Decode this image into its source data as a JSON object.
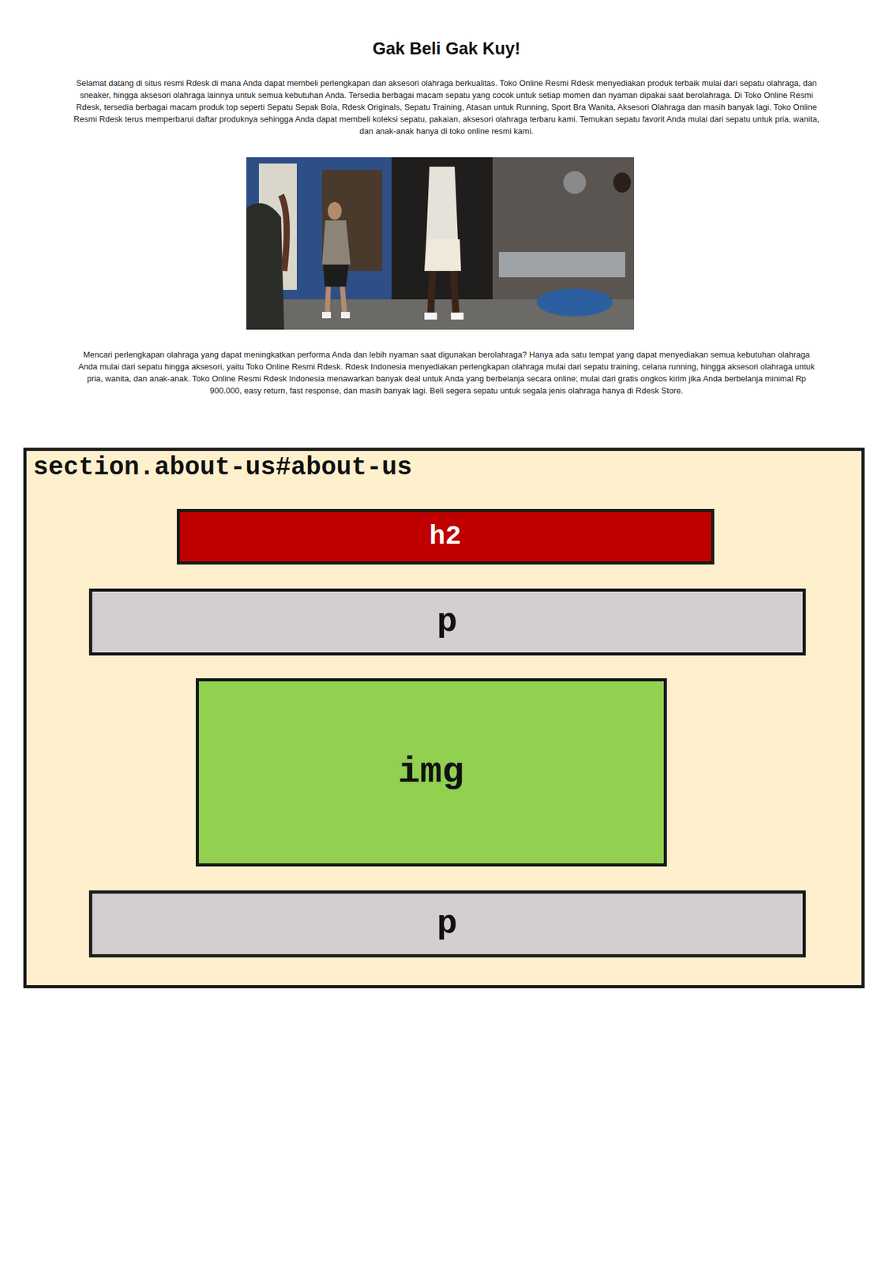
{
  "diagram": {
    "title": "Gak Beli Gak Kuy!",
    "nodes": [
      {
        "text": [
          "section.about-us#about-us"
        ]
      },
      {
        "text": [
          "h2"
        ],
        "in": 0
      },
      {
        "text": [
          "p"
        ],
        "in": 0
      },
      {
        "text": [
          "img"
        ],
        "in": 0
      },
      {
        "text": [
          "p"
        ],
        "in": 0
      }
    ],
    "labels": [
      "Selamat datang di situs resmi Rdesk di mana Anda dapat membeli perlengkapan dan aksesori olahraga berkualitas. Toko Online Resmi Rdesk menyediakan produk terbaik mulai dari sepatu olahraga, dan sneaker, hingga aksesori olahraga lainnya untuk semua kebutuhan Anda. Tersedia berbagai macam sepatu yang cocok untuk setiap momen dan nyaman dipakai saat berolahraga. Di Toko Online Resmi Rdesk, tersedia berbagai macam produk top seperti Sepatu Sepak Bola, Rdesk Originals, Sepatu Training, Atasan untuk Running, Sport Bra Wanita, Aksesori Olahraga dan masih banyak lagi. Toko Online Resmi Rdesk terus memperbarui daftar produknya sehingga Anda dapat membeli koleksi sepatu, pakaian, aksesori olahraga terbaru kami. Temukan sepatu favorit Anda mulai dari sepatu untuk pria, wanita, dan anak-anak hanya di toko online resmi kami.",
      "Mencari perlengkapan olahraga yang dapat meningkatkan performa Anda dan lebih nyaman saat digunakan berolahraga? Hanya ada satu tempat yang dapat menyediakan semua kebutuhan olahraga Anda mulai dari sepatu hingga aksesori, yaitu Toko Online Resmi Rdesk. Rdesk Indonesia menyediakan perlengkapan olahraga mulai dari sepatu training, celana running, hingga aksesori olahraga untuk pria, wanita, dan anak-anak. Toko Online Resmi Rdesk Indonesia menawarkan banyak deal untuk Anda yang berbelanja secara online; mulai dari gratis ongkos kirim jika Anda berbelanja minimal Rp 900.000, easy return, fast response, dan masih banyak lagi. Beli segera sepatu untuk segala jenis olahraga hanya di Rdesk Store."
    ]
  }
}
